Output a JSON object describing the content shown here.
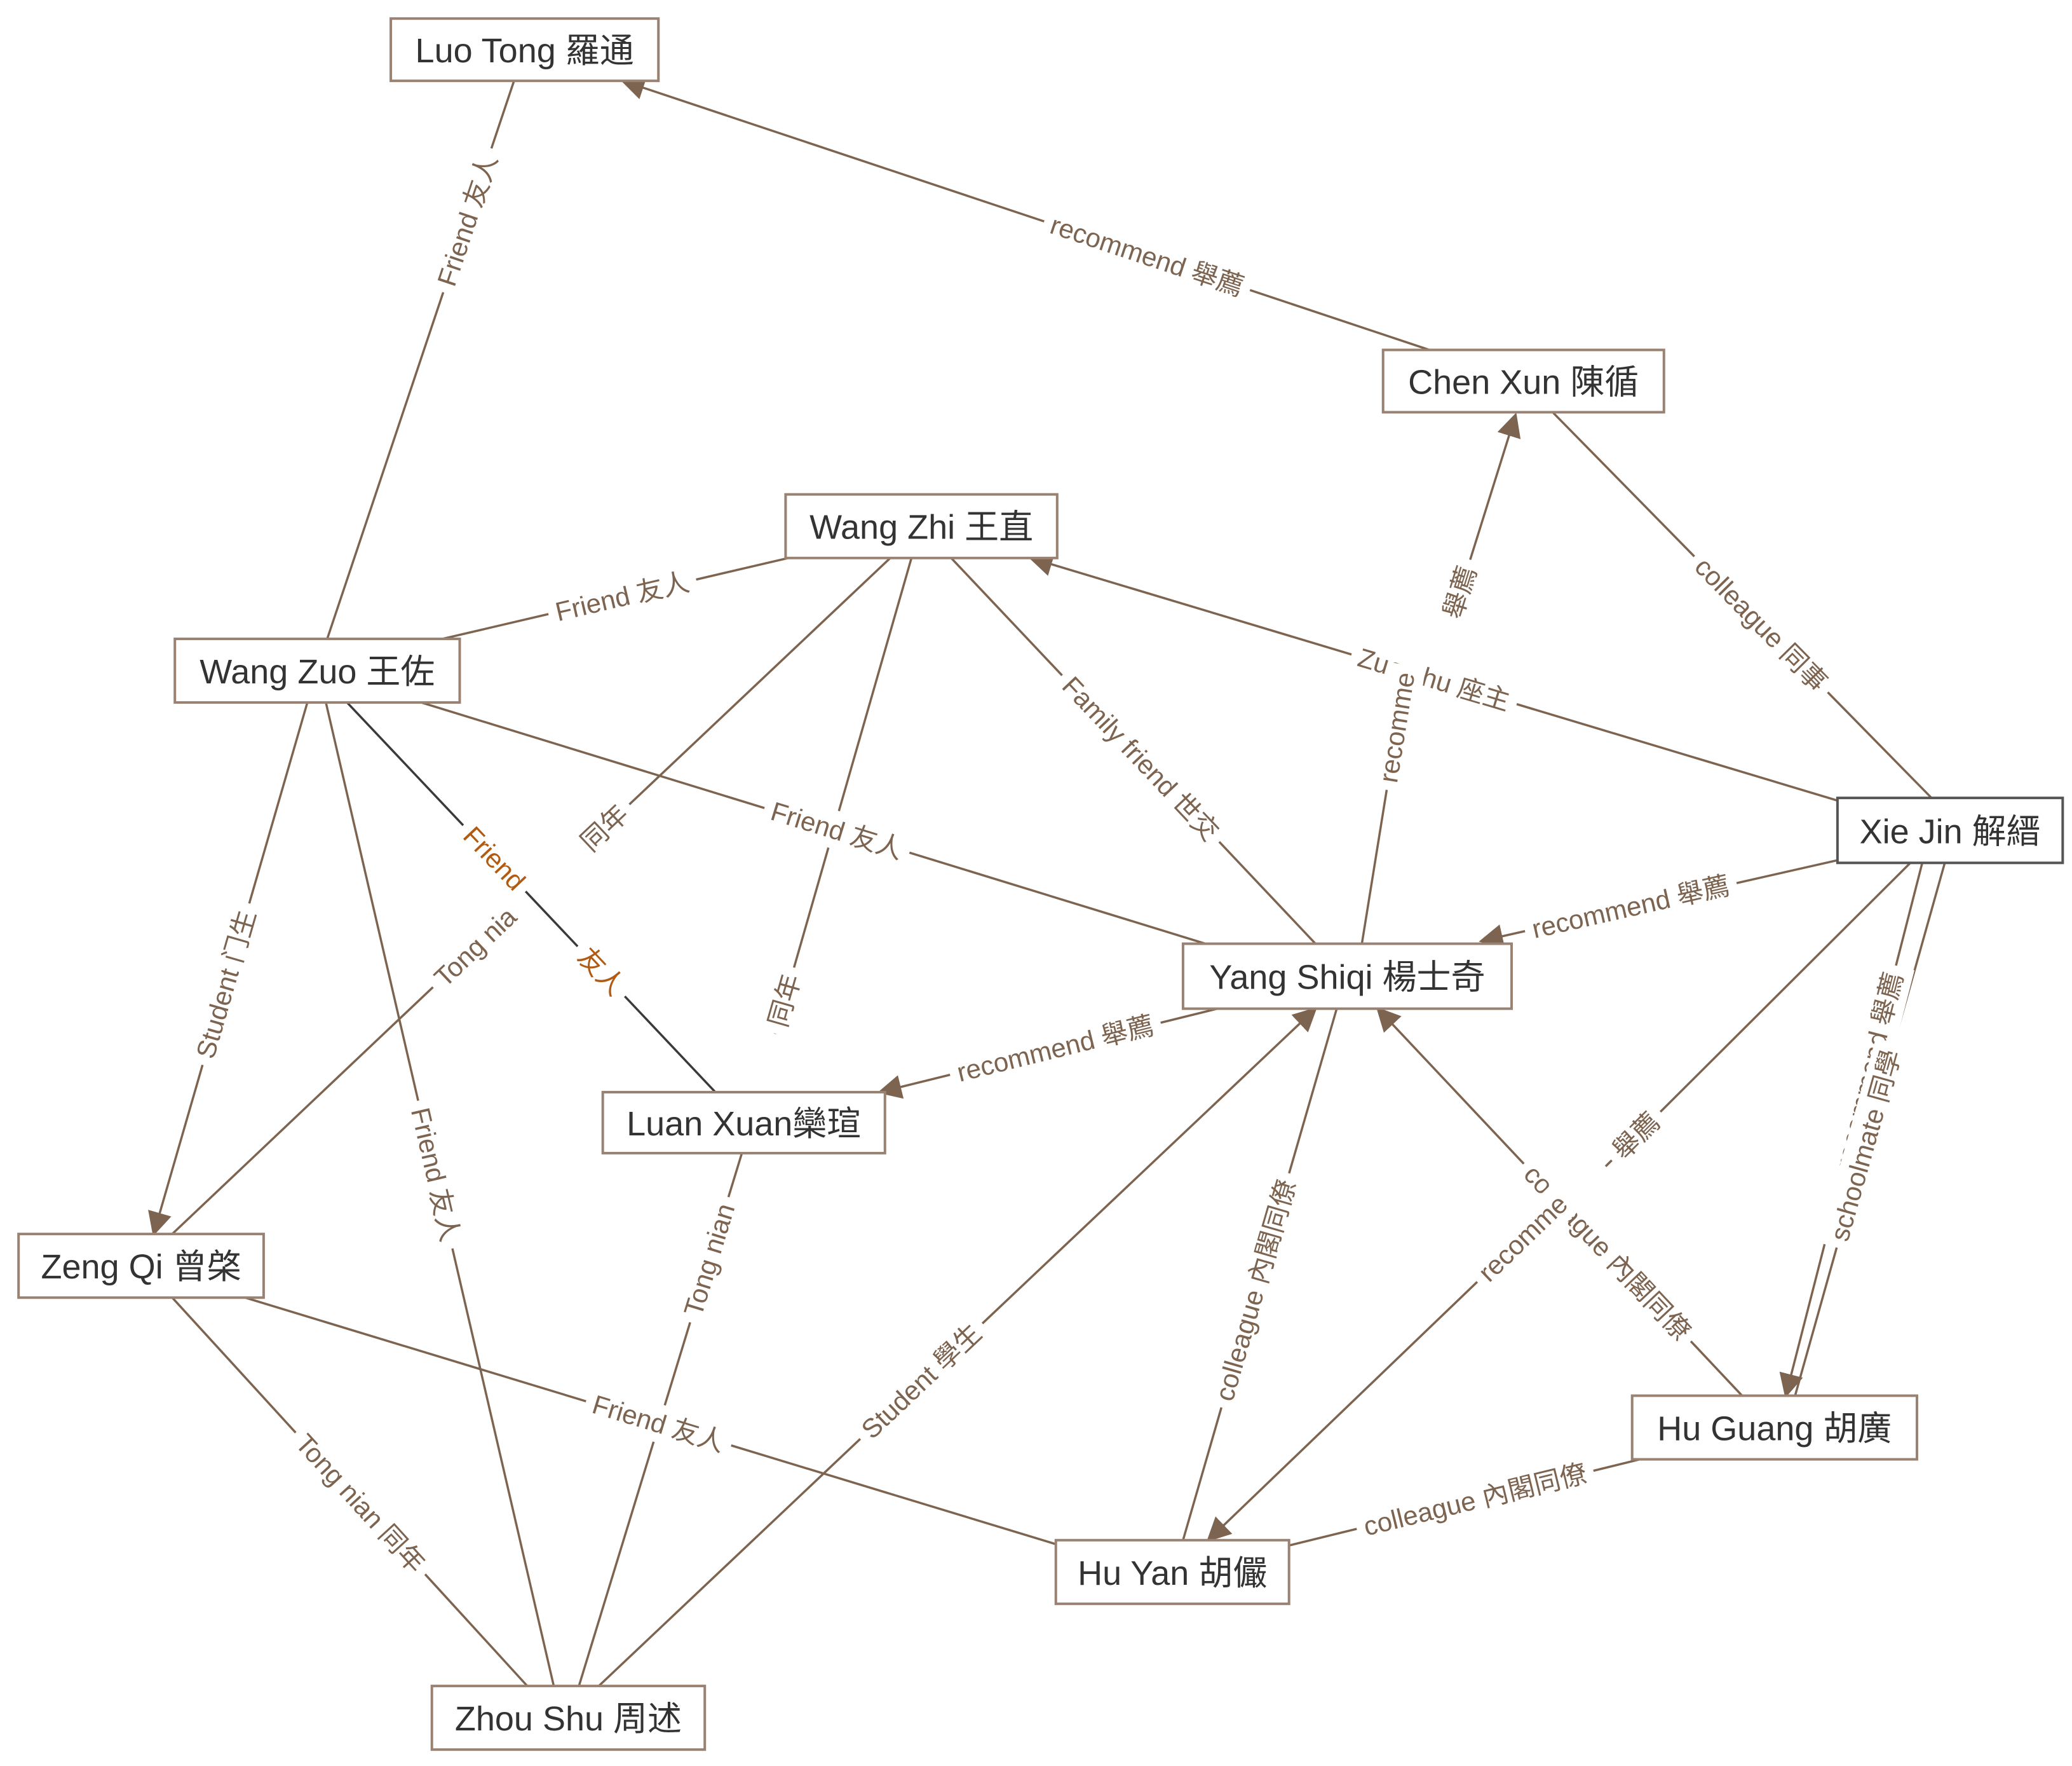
{
  "colors": {
    "edge": "#7d6450",
    "edge_dark": "#3a3a3a",
    "label": "#7d6450",
    "label_orange": "#b05a12",
    "node_border": "#9a8272",
    "node_border_dark": "#555555",
    "node_text": "#333333"
  },
  "nodes": [
    {
      "id": "luotong",
      "label": "Luo Tong 羅通"
    },
    {
      "id": "chenxun",
      "label": "Chen Xun 陳循"
    },
    {
      "id": "wangzhi",
      "label": "Wang Zhi 王直"
    },
    {
      "id": "wangzuo",
      "label": "Wang Zuo 王佐"
    },
    {
      "id": "xiejin",
      "label": "Xie Jin 解縉"
    },
    {
      "id": "yangshiqi",
      "label": "Yang Shiqi 楊士奇"
    },
    {
      "id": "luanxuan",
      "label": "Luan Xuan欒瑄"
    },
    {
      "id": "zengqi",
      "label": "Zeng Qi 曾棨"
    },
    {
      "id": "huguang",
      "label": "Hu Guang 胡廣"
    },
    {
      "id": "huyan",
      "label": "Hu Yan 胡儼"
    },
    {
      "id": "zhoushu",
      "label": "Zhou Shu 周述"
    }
  ],
  "edges": [
    {
      "id": "e1",
      "label": "recommend 舉薦"
    },
    {
      "id": "e2",
      "label": "Friend 友人"
    },
    {
      "id": "e3",
      "label": "colleague 同事"
    },
    {
      "id": "e4",
      "label": "舉薦"
    },
    {
      "id": "e5",
      "label": "Friend 友人"
    },
    {
      "id": "e6",
      "label": "Zuo zhu 座主"
    },
    {
      "id": "e7",
      "label": "Family friend 世交"
    },
    {
      "id": "e8",
      "label": "同年"
    },
    {
      "id": "e9",
      "label": "同年"
    },
    {
      "id": "e10",
      "label": "Friend 友人"
    },
    {
      "id": "e11",
      "label": "Friend",
      "label2": "友人"
    },
    {
      "id": "e12",
      "label": "Student 门生"
    },
    {
      "id": "e13",
      "label": "Friend 友人"
    },
    {
      "id": "e14",
      "label": "Tong nia"
    },
    {
      "id": "e15",
      "label": "recomme"
    },
    {
      "id": "e16",
      "label": "recommend 舉薦"
    },
    {
      "id": "e17",
      "label": "舉薦"
    },
    {
      "id": "e18",
      "label": "recommend 舉薦"
    },
    {
      "id": "e19",
      "label": "schoolmate 同學"
    },
    {
      "id": "e20",
      "label": "recommend 舉薦"
    },
    {
      "id": "e21",
      "label": "Tong nian"
    },
    {
      "id": "e22",
      "label": "Student 學生"
    },
    {
      "id": "e23",
      "label": "colleague 內閣同僚"
    },
    {
      "id": "e24",
      "label": "colleague 內閣同僚"
    },
    {
      "id": "e25",
      "label": "recomme"
    },
    {
      "id": "e26",
      "label": "Friend 友人"
    },
    {
      "id": "e27",
      "label": "Tong nian 同年"
    },
    {
      "id": "e28",
      "label": "colleague 內閣同僚"
    }
  ]
}
